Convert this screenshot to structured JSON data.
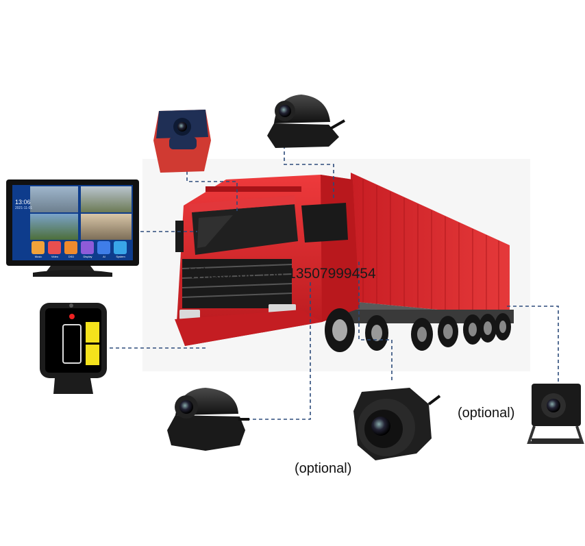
{
  "watermark": "WhatsApp:+86 13507999454",
  "labels": {
    "optional_bottom": "(optional)",
    "optional_right": "(optional)"
  },
  "monitor": {
    "time": "13:06",
    "date": "2021-11-01",
    "apps": [
      "Music",
      "Video",
      "DSD",
      "Display",
      "AI",
      "System"
    ],
    "app_colors": [
      "#f2a23a",
      "#e94f4f",
      "#f08a2d",
      "#8e5bd9",
      "#3f7de8",
      "#39a6e8"
    ]
  },
  "colors": {
    "truck_red": "#d8232a",
    "container_red": "#e0262c",
    "connector": "#2b4a7a",
    "camera_black": "#1e1e1e"
  },
  "icons": [
    "monitor",
    "dome-camera-top",
    "front-camera",
    "side-camera-left",
    "fisheye-camera",
    "rear-camera",
    "bsd-display"
  ]
}
